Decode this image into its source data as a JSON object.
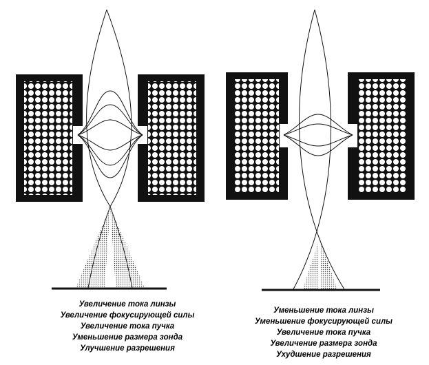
{
  "panels": {
    "left": {
      "caption_lines": [
        "Увеличение тока линзы",
        "Увеличение фокусирующей силы",
        "Увеличение тока пучка",
        "Уменьшение размера зонда",
        "Улучшение разрешения"
      ]
    },
    "right": {
      "caption_lines": [
        "Уменьшение тока линзы",
        "Уменьшение фокусирующей силы",
        "Увеличение тока пучка",
        "Увеличение размера зонда",
        "Ухудшение разрешения"
      ]
    }
  },
  "colors": {
    "ink": "#111111",
    "background": "#ffffff",
    "stipple": "#555555"
  }
}
